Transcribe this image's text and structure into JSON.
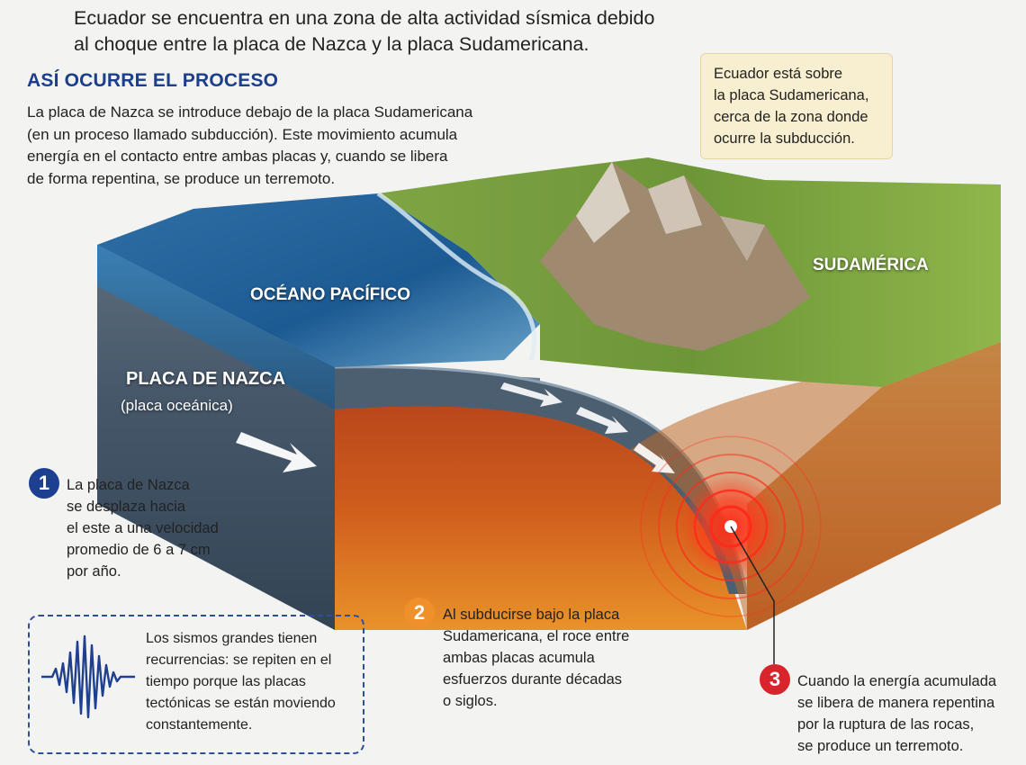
{
  "headline": {
    "line1": "Ecuador se encuentra en una zona de alta actividad sísmica debido",
    "line2": "al choque entre la placa de Nazca y la placa Sudamericana."
  },
  "process": {
    "heading": "ASÍ OCURRE EL PROCESO",
    "lines": [
      "La placa de Nazca se introduce debajo de la placa Sudamericana",
      "(en un proceso llamado subducción). Este movimiento acumula",
      "energía en el contacto entre ambas placas y, cuando se libera",
      "de forma repentina, se produce un terremoto."
    ]
  },
  "note": {
    "lines": [
      "Ecuador está sobre",
      "la placa Sudamericana,",
      "cerca de la zona donde",
      "ocurre la subducción."
    ]
  },
  "labels": {
    "ocean": "OCÉANO PACÍFICO",
    "south_america": "SUDAMÉRICA",
    "nazca": "PLACA DE NAZCA",
    "nazca_sub": "(placa oceánica)"
  },
  "steps": [
    {
      "number": "1",
      "lines": [
        "La placa de Nazca",
        "se desplaza hacia",
        "el este a una velocidad",
        "promedio de 6 a 7 cm",
        "por año."
      ]
    },
    {
      "number": "2",
      "lines": [
        "Al subducirse bajo la placa",
        "Sudamericana, el roce entre",
        "ambas placas acumula",
        "esfuerzos durante décadas",
        "o siglos."
      ]
    },
    {
      "number": "3",
      "lines": [
        "Cuando la energía acumulada",
        "se libera de manera repentina",
        "por la ruptura de las rocas,",
        "se produce un terremoto."
      ]
    }
  ],
  "seismic_note": {
    "icon": "seismograph-icon",
    "lines": [
      "Los sismos grandes tienen",
      "recurrencias: se repiten en el",
      "tiempo porque las placas",
      "tectónicas se están moviendo",
      "constantemente."
    ]
  },
  "colors": {
    "heading_blue": "#1b3f8a",
    "step1": "#1c3f91",
    "step2": "#f0902a",
    "step3": "#d8242a",
    "note_bg": "#f7efcf"
  }
}
